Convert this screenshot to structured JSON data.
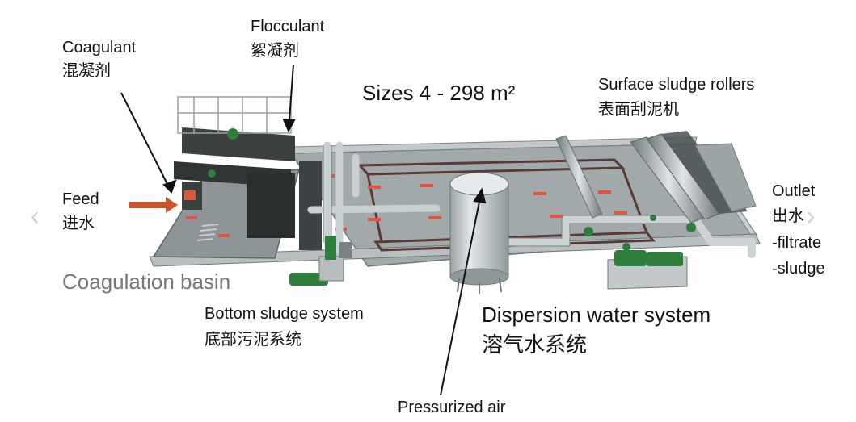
{
  "labels": {
    "coagulant": {
      "en": "Coagulant",
      "cn": "混凝剂"
    },
    "flocculant": {
      "en": "Flocculant",
      "cn": "絮凝剂"
    },
    "sizes": "Sizes 4 - 298 m²",
    "surface_sludge": {
      "en": "Surface sludge rollers",
      "cn": "表面刮泥机"
    },
    "feed": {
      "en": "Feed",
      "cn": "进水"
    },
    "outlet": {
      "en": "Outlet",
      "cn": "出水",
      "filtrate": "-filtrate",
      "sludge": "-sludge"
    },
    "coagulation_basin": "Coagulation basin",
    "bottom_sludge": {
      "en": "Bottom sludge system",
      "cn": "底部污泥系统"
    },
    "dispersion_water": {
      "en": "Dispersion water system",
      "cn": "溶气水系统"
    },
    "pressurized_air": "Pressurized air"
  },
  "nav": {
    "prev_icon": "chevron-left-icon",
    "next_icon": "chevron-right-icon"
  },
  "colors": {
    "basin_floor": "#8e9596",
    "basin_wall": "#b8bebf",
    "pipe": "#c9d0d2",
    "tank": "#d2d8da",
    "flow_arrow": "#e5533c",
    "pump": "#2f7d3a",
    "feed_arrow": "#c9552c",
    "text_grey": "#777777"
  }
}
